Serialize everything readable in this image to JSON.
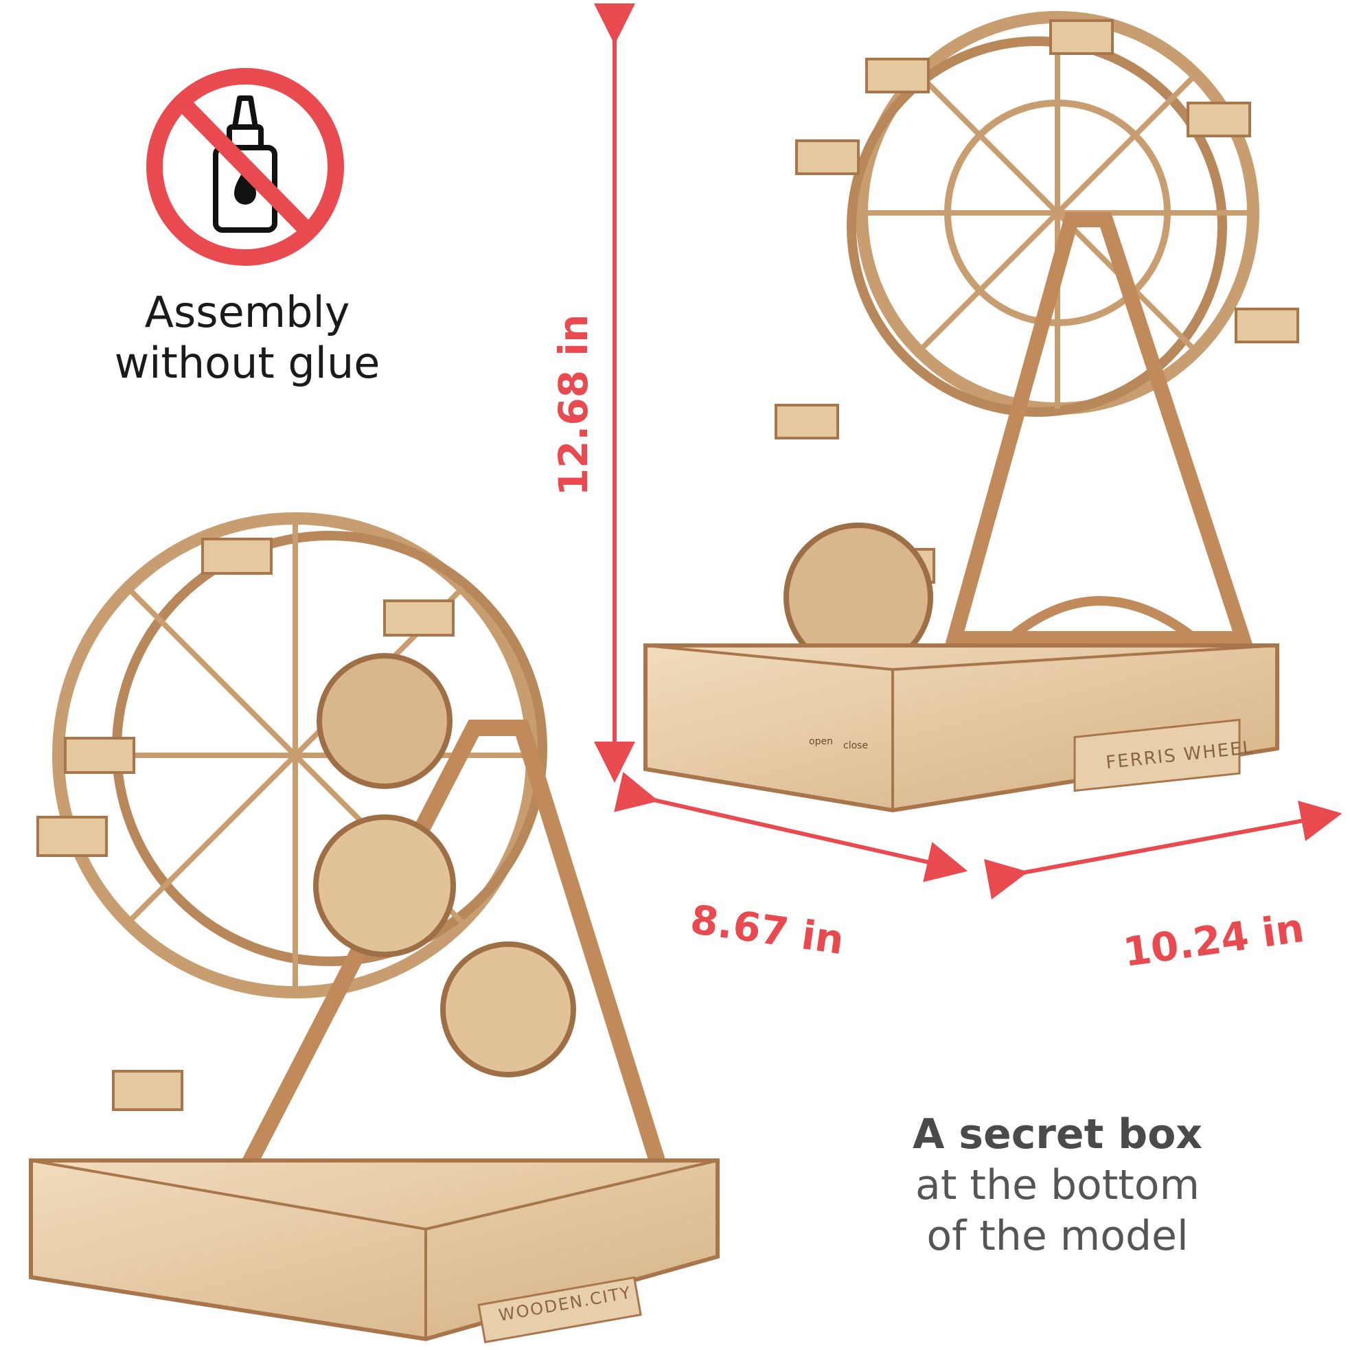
{
  "badge": {
    "icon": "no-glue-icon",
    "line1": "Assembly",
    "line2": "without glue"
  },
  "dimensions": {
    "height": "12.68 in",
    "depth": "8.67 in",
    "width": "10.24 in"
  },
  "secret_box": {
    "line1": "A secret box",
    "line2": "at the bottom",
    "line3": "of the model"
  },
  "model_labels": {
    "front_plate": "FERRIS WHEEL",
    "side_plate": "WOODEN.CITY",
    "switch_open": "open",
    "switch_close": "close"
  },
  "colors": {
    "accent_red": "#e84a4f",
    "wood_light": "#e9cfaa",
    "wood_dark": "#a9764c",
    "text_dark": "#1a1a1a",
    "text_grey": "#555555"
  }
}
